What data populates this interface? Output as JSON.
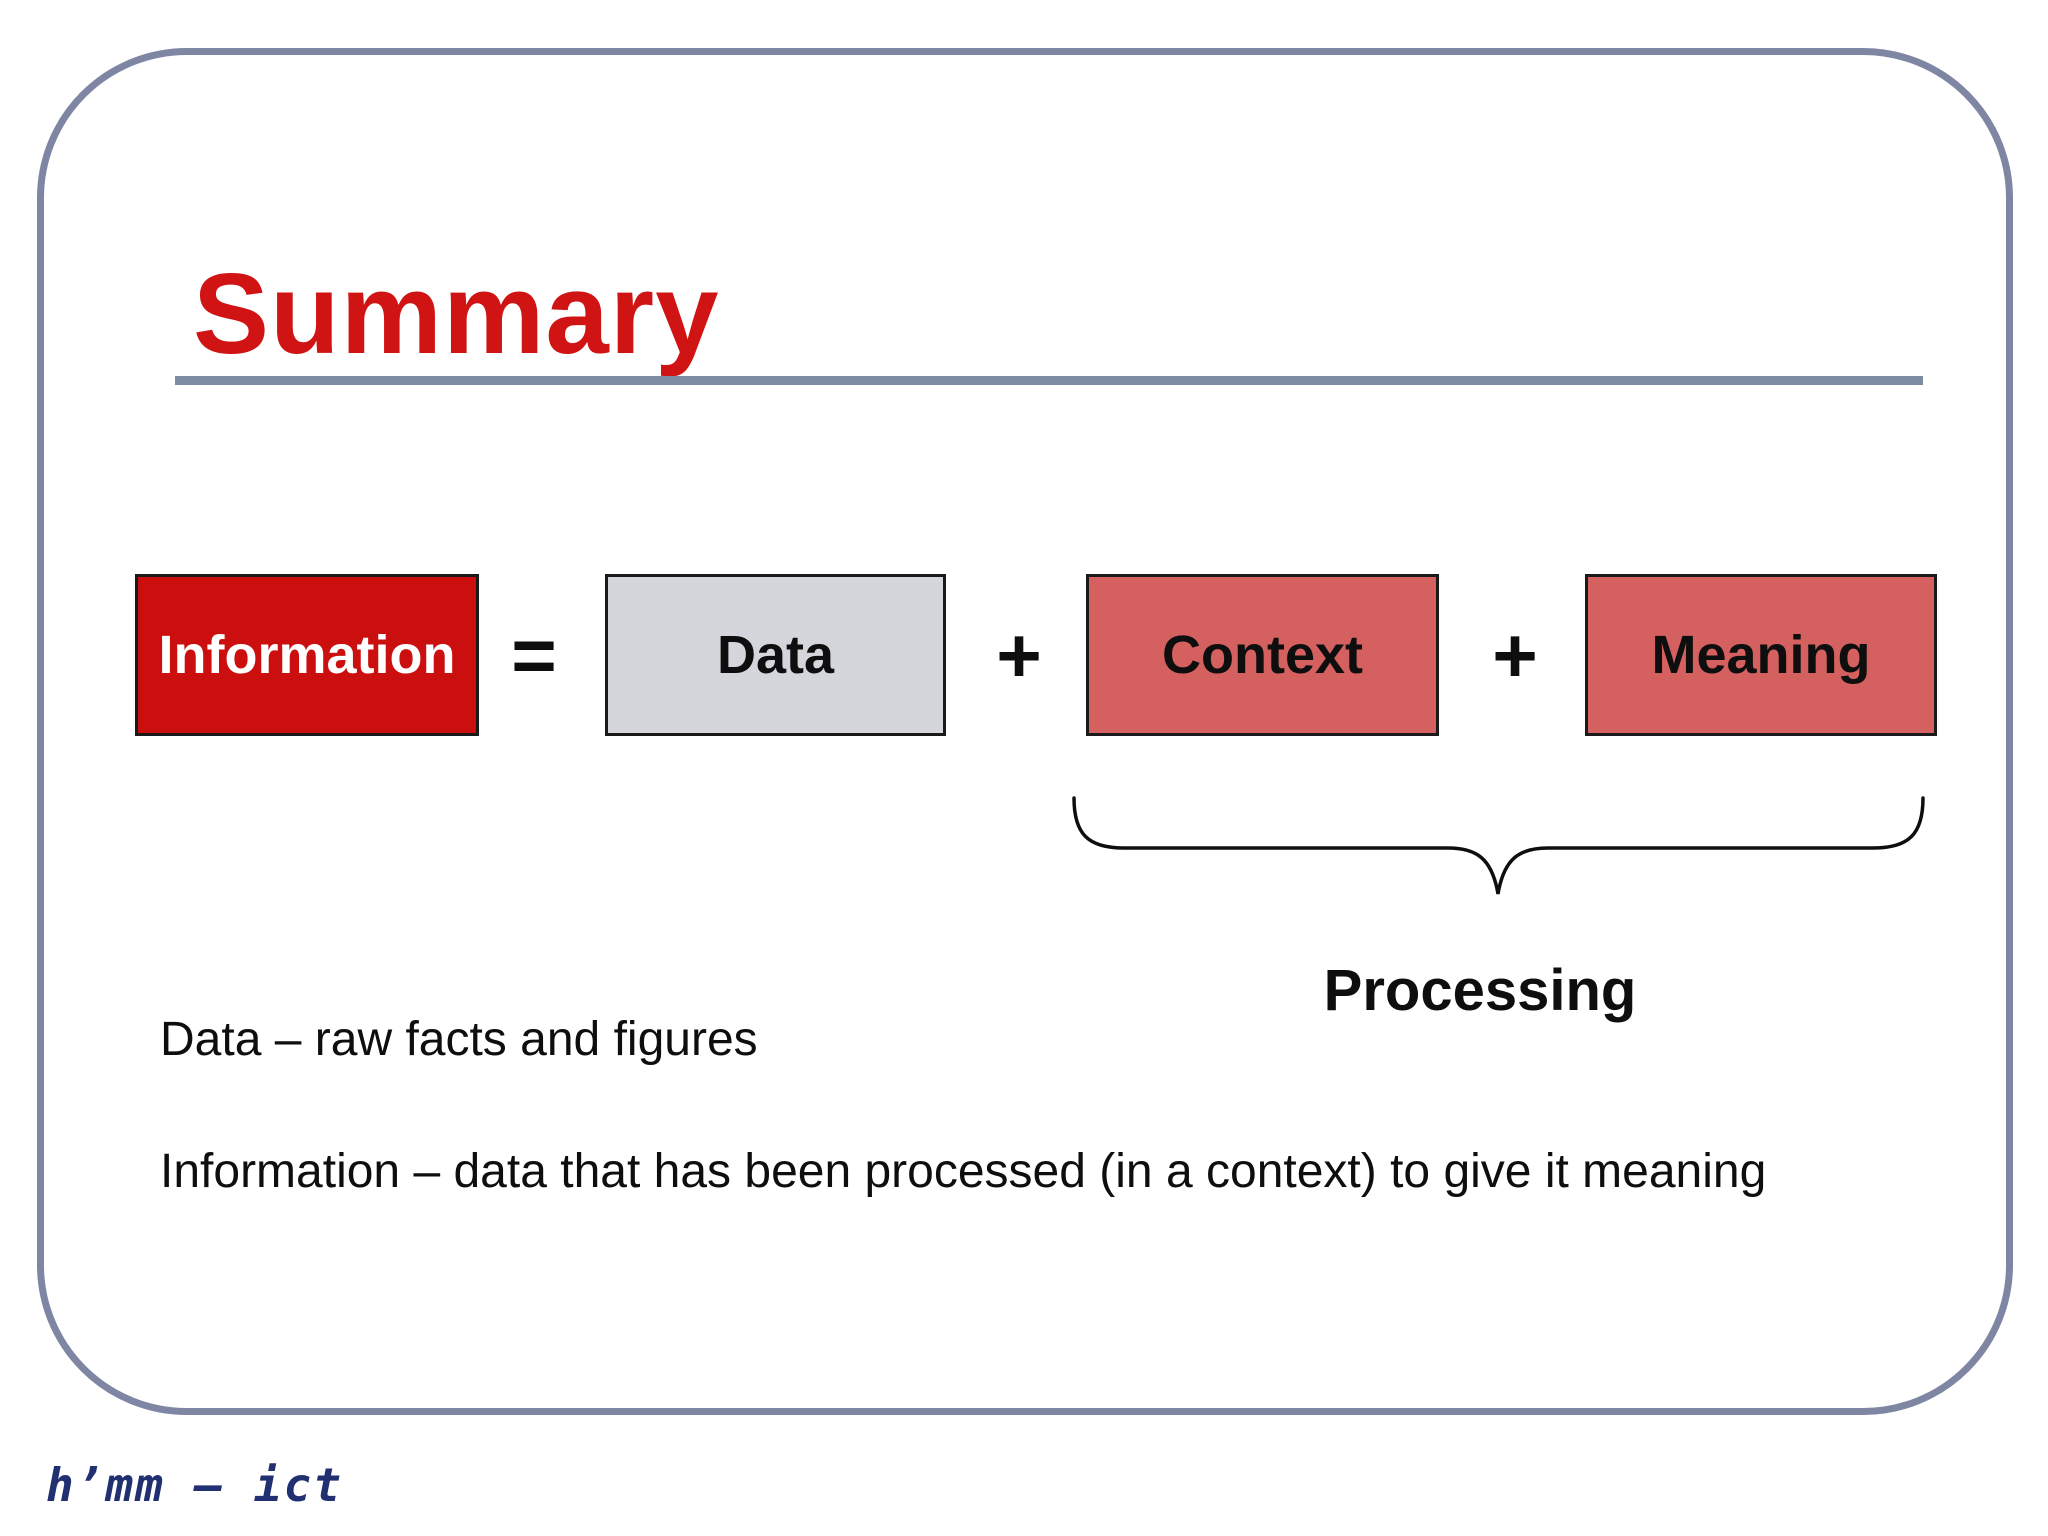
{
  "title": "Summary",
  "equation": {
    "information_label": "Information",
    "equals_sign": "=",
    "data_label": "Data",
    "plus_sign_1": "+",
    "context_label": "Context",
    "plus_sign_2": "+",
    "meaning_label": "Meaning"
  },
  "brace": {
    "label": "Processing"
  },
  "definitions": {
    "data": "Data – raw facts and figures",
    "information": "Information – data that has been processed (in a context) to give it meaning"
  },
  "watermark": "h’mm – ict",
  "colors": {
    "title_red": "#D01414",
    "information_box": "#CB0F0F",
    "data_box": "#D4D6DC",
    "context_meaning_box": "#D4605F",
    "frame_border": "#7E86A4",
    "title_underline": "#7C8AA2",
    "box_border": "#1A1A1A",
    "text_black": "#0E0E0E",
    "watermark_blue": "#203070"
  }
}
